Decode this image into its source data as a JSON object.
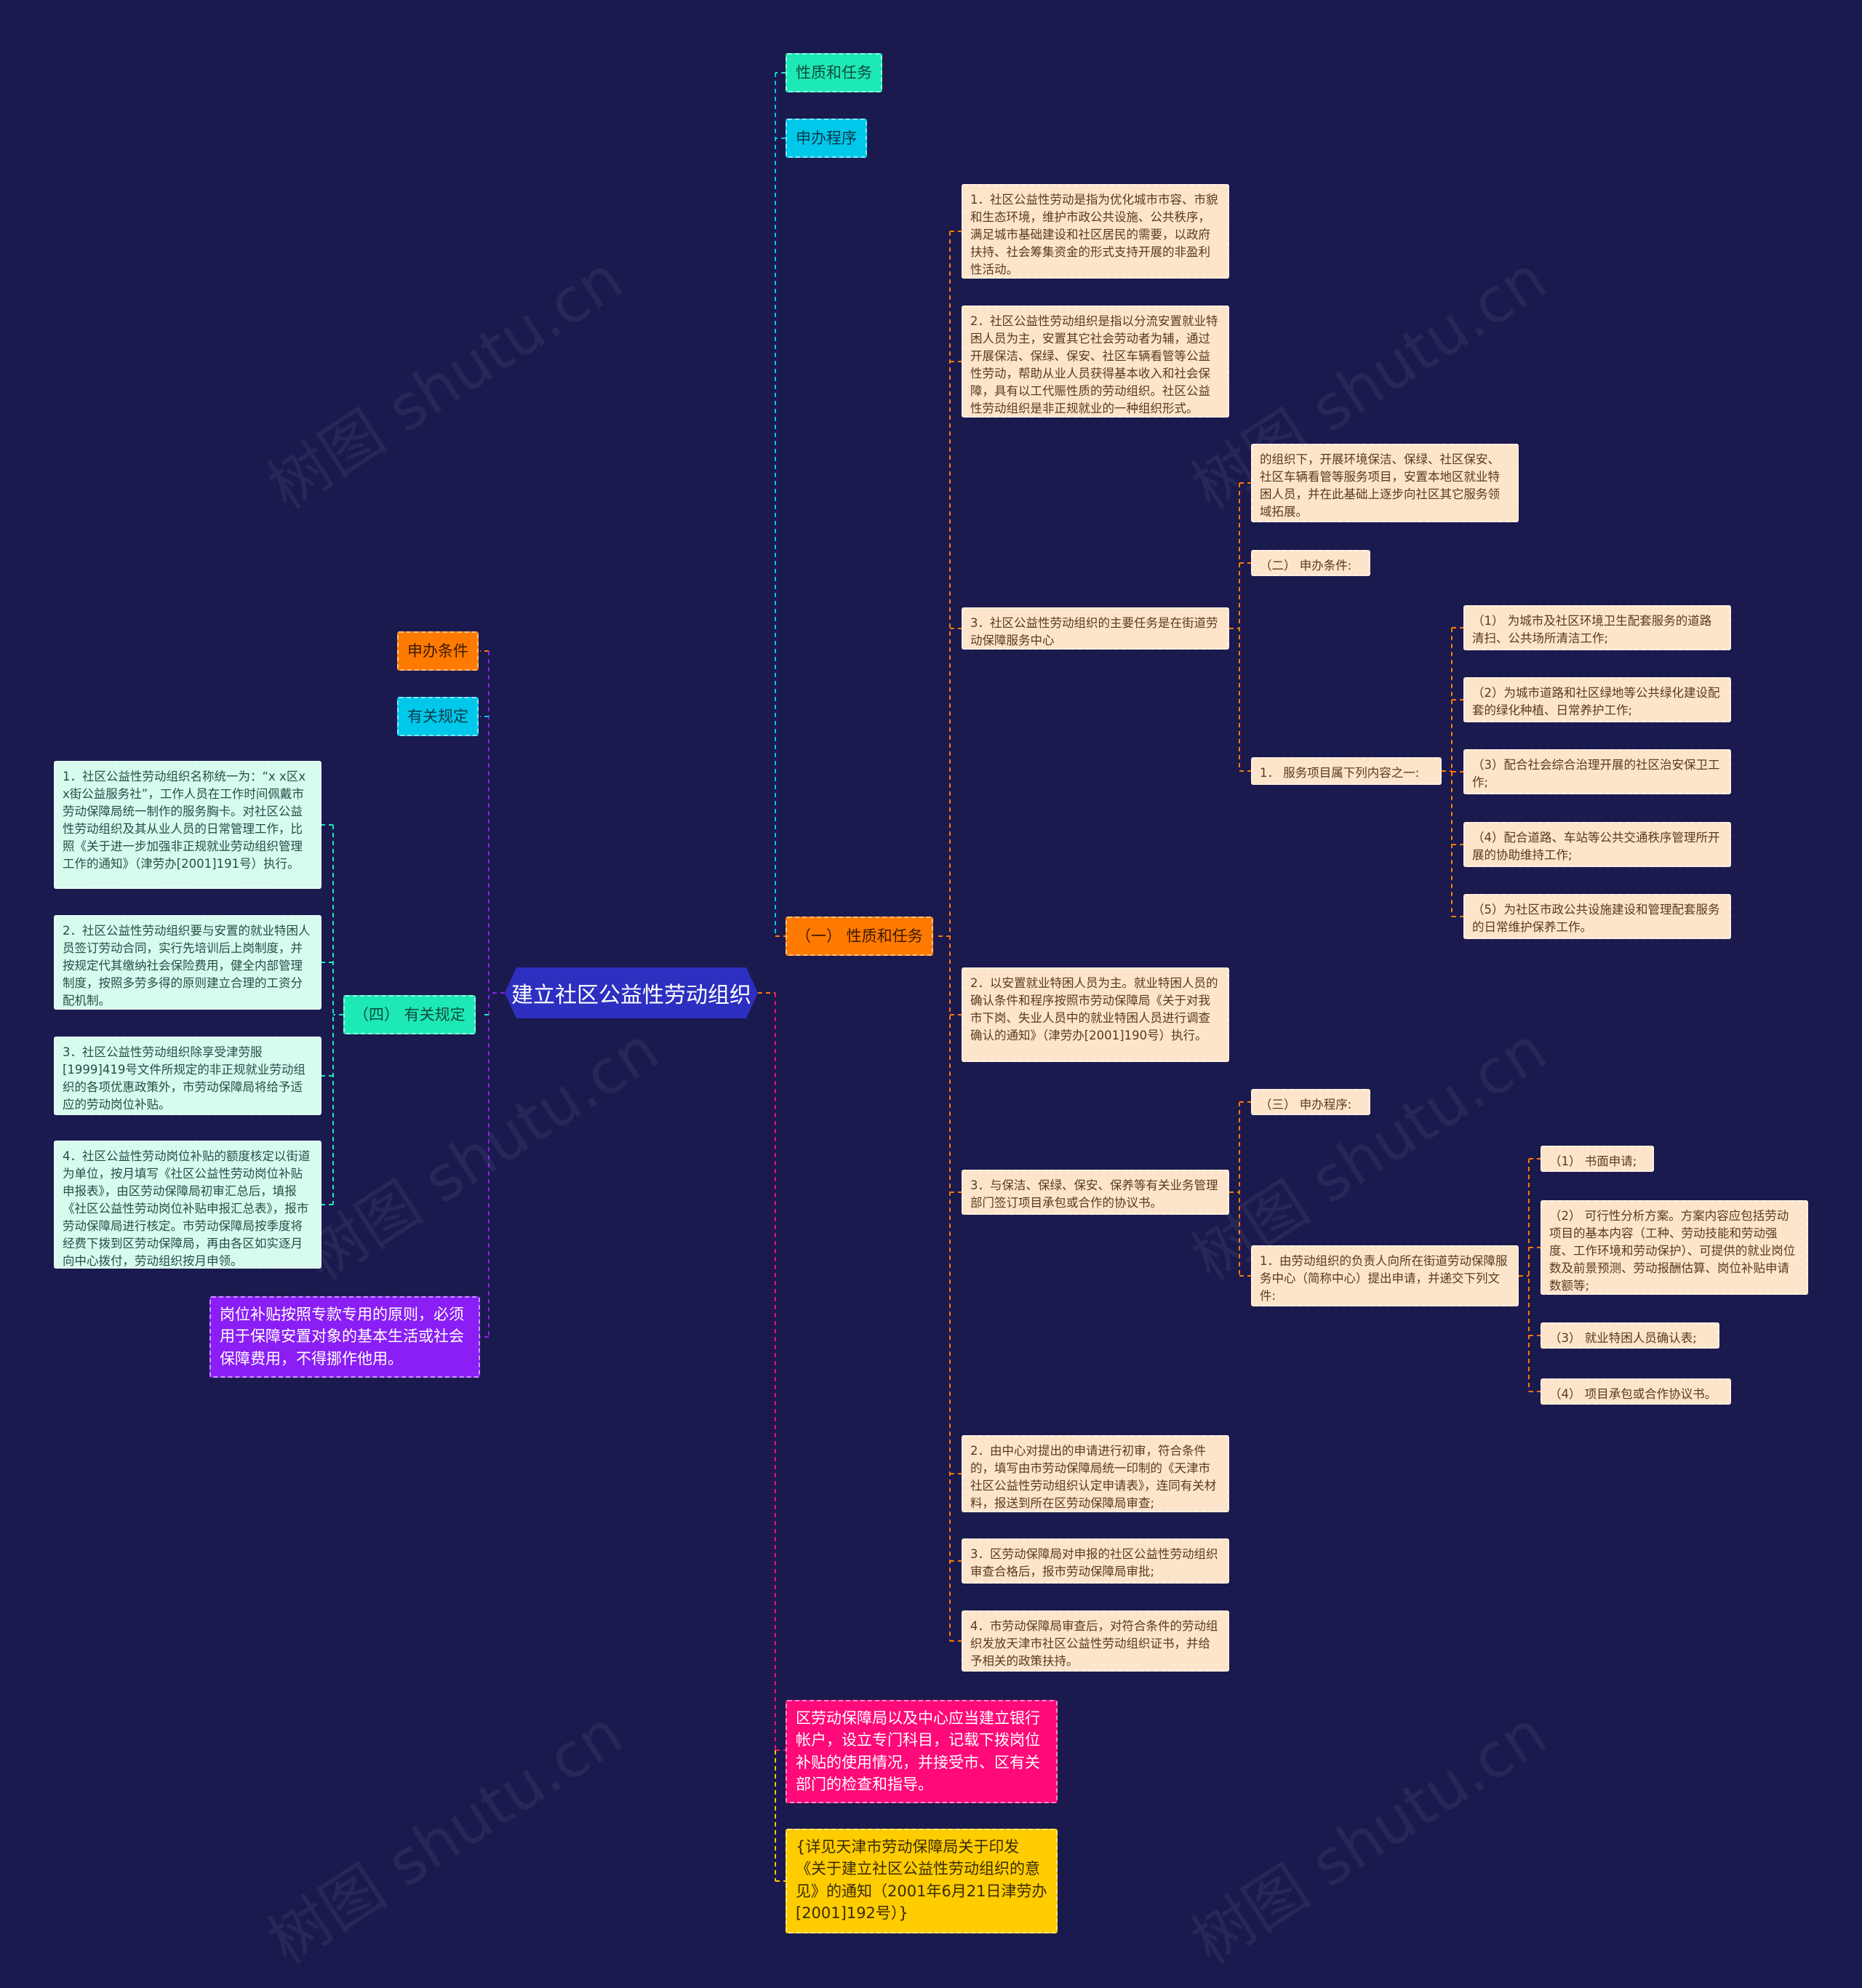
{
  "root": "建立社区公益性劳动组织",
  "watermark": "树图 shutu.cn",
  "colors": {
    "background": "#1a1a4e",
    "root": "#2d2fc0",
    "teal": "#1de9b6",
    "cyan": "#00c8ea",
    "orange": "#ff7a00",
    "purple": "#8a1ef5",
    "magenta": "#ff0a78",
    "yellow": "#ffcc00",
    "leaf_peach": "#fde5cc",
    "leaf_mint": "#d8fbf0"
  },
  "right": {
    "nature_task": "性质和任务",
    "apply_proc": "申办程序",
    "section1": {
      "label": "（一） 性质和任务",
      "item1": "1．社区公益性劳动是指为优化城市市容、市貌和生态环境，维护市政公共设施、公共秩序，满足城市基础建设和社区居民的需要，以政府扶持、社会筹集资金的形式支持开展的非盈利性活动。",
      "item2": "2．社区公益性劳动组织是指以分流安置就业特困人员为主，安置其它社会劳动者为辅，通过开展保洁、保绿、保安、社区车辆看管等公益性劳动，帮助从业人员获得基本收入和社会保障，具有以工代赈性质的劳动组织。社区公益性劳动组织是非正规就业的一种组织形式。",
      "item3": "3．社区公益性劳动组织的主要任务是在街道劳动保障服务中心",
      "item3_cont": "的组织下，开展环境保洁、保绿、社区保安、社区车辆看管等服务项目，安置本地区就业特困人员，并在此基础上逐步向社区其它服务领域拓展。",
      "cond_label": "（二） 申办条件:",
      "service_label": "1． 服务项目属下列内容之一:",
      "services": [
        "（1） 为城市及社区环境卫生配套服务的道路清扫、公共场所清洁工作;",
        "（2）为城市道路和社区绿地等公共绿化建设配套的绿化种植、日常养护工作;",
        "（3）配合社会综合治理开展的社区治安保卫工作;",
        "（4）配合道路、车站等公共交通秩序管理所开展的协助维持工作;",
        "（5）为社区市政公共设施建设和管理配套服务的日常维护保养工作。"
      ],
      "cond2": "2．以安置就业特困人员为主。就业特困人员的确认条件和程序按照市劳动保障局《关于对我市下岗、失业人员中的就业特困人员进行调查确认的通知》（津劳办[2001]190号）执行。",
      "cond3": "3．与保洁、保绿、保安、保养等有关业务管理部门签订项目承包或合作的协议书。",
      "proc_label": "（三） 申办程序:",
      "proc1": "1．由劳动组织的负责人向所在街道劳动保障服务中心（简称中心）提出申请，并递交下列文件:",
      "proc_docs": [
        "（1） 书面申请;",
        "（2） 可行性分析方案。方案内容应包括劳动项目的基本内容（工种、劳动技能和劳动强度、工作环境和劳动保护）、可提供的就业岗位数及前景预测、劳动报酬估算、岗位补贴申请数额等;",
        "（3） 就业特困人员确认表;",
        "（4） 项目承包或合作协议书。"
      ],
      "proc2": "2．由中心对提出的申请进行初审，符合条件的，填写由市劳动保障局统一印制的《天津市社区公益性劳动组织认定申请表》，连同有关材料，报送到所在区劳动保障局审查;",
      "proc3": "3．区劳动保障局对申报的社区公益性劳动组织审查合格后，报市劳动保障局审批;",
      "proc4": "4．市劳动保障局审查后，对符合条件的劳动组织发放天津市社区公益性劳动组织证书，并给予相关的政策扶持。"
    },
    "bank_note": "区劳动保障局以及中心应当建立银行帐户，设立专门科目，记载下拨岗位补贴的使用情况，并接受市、区有关部门的检查和指导。",
    "source_note": "{详见天津市劳动保障局关于印发《关于建立社区公益性劳动组织的意见》的通知（2001年6月21日津劳办[2001]192号）}"
  },
  "left": {
    "cond": "申办条件",
    "rules": "有关规定",
    "section4": {
      "label": "（四） 有关规定",
      "items": [
        "1．社区公益性劳动组织名称统一为：“x x区x x街公益服务社”，工作人员在工作时间佩戴市劳动保障局统一制作的服务胸卡。对社区公益性劳动组织及其从业人员的日常管理工作，比照《关于进一步加强非正规就业劳动组织管理工作的通知》（津劳办[2001]191号）执行。",
        "2．社区公益性劳动组织要与安置的就业特困人员签订劳动合同，实行先培训后上岗制度，并按规定代其缴纳社会保险费用，健全内部管理制度，按照多劳多得的原则建立合理的工资分配机制。",
        "3．社区公益性劳动组织除享受津劳服[1999]419号文件所规定的非正规就业劳动组织的各项优惠政策外，市劳动保障局将给予适应的劳动岗位补贴。",
        "4．社区公益性劳动岗位补贴的额度核定以街道为单位，按月填写《社区公益性劳动岗位补贴申报表》，由区劳动保障局初审汇总后，填报《社区公益性劳动岗位补贴申报汇总表》，报市劳动保障局进行核定。市劳动保障局按季度将经费下拨到区劳动保障局，再由各区如实逐月向中心拨付，劳动组织按月申领。"
      ]
    },
    "subsidy_note": "岗位补贴按照专款专用的原则，必须用于保障安置对象的基本生活或社会保障费用，不得挪作他用。"
  }
}
